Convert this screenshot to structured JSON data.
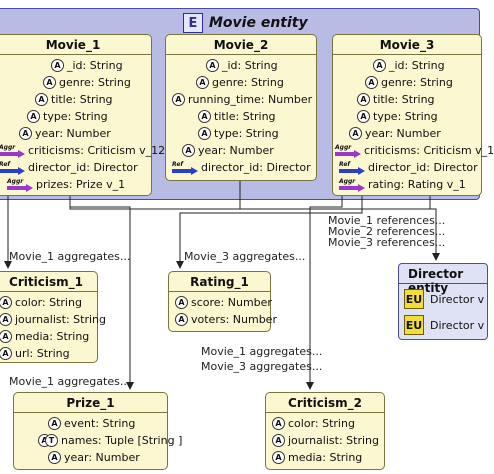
{
  "group": {
    "badge": "E",
    "title": "Movie entity"
  },
  "movies": [
    {
      "title": "Movie_1",
      "attributes": [
        {
          "kind": "A",
          "text": "_id: String"
        },
        {
          "kind": "A",
          "text": "genre: String"
        },
        {
          "kind": "A",
          "text": "title: String"
        },
        {
          "kind": "A",
          "text": "type: String"
        },
        {
          "kind": "A",
          "text": "year: Number"
        },
        {
          "kind": "AGGR",
          "text": "criticisms: Criticism v_12"
        },
        {
          "kind": "REF",
          "text": "director_id: Director"
        },
        {
          "kind": "AGGR",
          "text": "prizes: Prize v_1"
        }
      ]
    },
    {
      "title": "Movie_2",
      "attributes": [
        {
          "kind": "A",
          "text": "_id: String"
        },
        {
          "kind": "A",
          "text": "genre: String"
        },
        {
          "kind": "A",
          "text": "running_time: Number"
        },
        {
          "kind": "A",
          "text": "title: String"
        },
        {
          "kind": "A",
          "text": "type: String"
        },
        {
          "kind": "A",
          "text": "year: Number"
        },
        {
          "kind": "REF",
          "text": "director_id: Director"
        }
      ]
    },
    {
      "title": "Movie_3",
      "attributes": [
        {
          "kind": "A",
          "text": "_id: String"
        },
        {
          "kind": "A",
          "text": "genre: String"
        },
        {
          "kind": "A",
          "text": "title: String"
        },
        {
          "kind": "A",
          "text": "type: String"
        },
        {
          "kind": "A",
          "text": "year: Number"
        },
        {
          "kind": "AGGR",
          "text": "criticisms: Criticism v_1"
        },
        {
          "kind": "REF",
          "text": "director_id: Director"
        },
        {
          "kind": "AGGR",
          "text": "rating: Rating v_1"
        }
      ]
    }
  ],
  "criticism_1": {
    "title": "Criticism_1",
    "attributes": [
      {
        "kind": "A",
        "text": "color: String"
      },
      {
        "kind": "A",
        "text": "journalist: String"
      },
      {
        "kind": "A",
        "text": "media: String"
      },
      {
        "kind": "A",
        "text": "url: String"
      }
    ]
  },
  "rating_1": {
    "title": "Rating_1",
    "attributes": [
      {
        "kind": "A",
        "text": "score: Number"
      },
      {
        "kind": "A",
        "text": "voters: Number"
      }
    ]
  },
  "prize_1": {
    "title": "Prize_1",
    "attributes": [
      {
        "kind": "A",
        "text": "event: String"
      },
      {
        "kind": "AT",
        "text": "names: Tuple [String ]"
      },
      {
        "kind": "A",
        "text": "year: Number"
      }
    ]
  },
  "criticism_2": {
    "title": "Criticism_2",
    "attributes": [
      {
        "kind": "A",
        "text": "color: String"
      },
      {
        "kind": "A",
        "text": "journalist: String"
      },
      {
        "kind": "A",
        "text": "media: String"
      }
    ]
  },
  "director": {
    "title": "Director entity",
    "badge": "EU",
    "rows": [
      "Director v",
      "Director v"
    ]
  },
  "labels": {
    "movie1_aggregates_a": "Movie_1 aggregates...",
    "movie3_aggregates": "Movie_3 aggregates...",
    "movie1_aggregates_b": "Movie_1 aggregates...",
    "movie1_aggregates_c": "Movie_1 aggregates...",
    "movie3_aggregates_b": "Movie_3 aggregates...",
    "movie1_references": "Movie_1 references...",
    "movie2_references": "Movie_2 references...",
    "movie3_references": "Movie_3 references..."
  },
  "glyphs": {
    "attribute": "A",
    "tuple": "T",
    "ref": "Ref",
    "aggr": "Aggr"
  }
}
